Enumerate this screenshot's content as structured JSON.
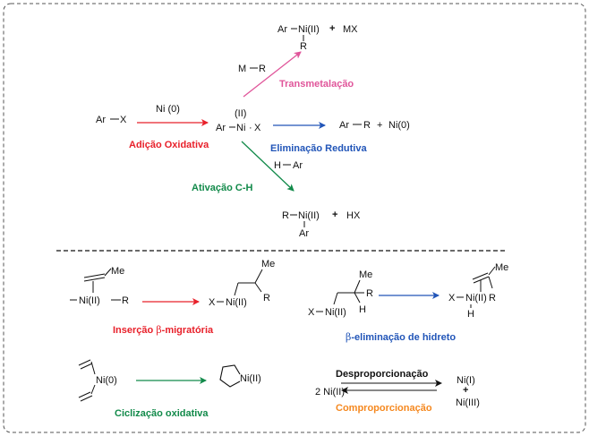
{
  "colors": {
    "red": "#e8202a",
    "blue": "#2155b8",
    "green": "#128a4a",
    "pink": "#e0559a",
    "orange": "#f5881f",
    "black": "#111111",
    "border": "#555555"
  },
  "top": {
    "aryl_halide": {
      "ar": "Ar",
      "x": "X"
    },
    "oxidative_addition": {
      "reagent": "Ni (0)",
      "label": "Adição  Oxidativa"
    },
    "ni_complex": {
      "ox_state": "(II)",
      "ar": "Ar",
      "ni": "Ni",
      "dot": "·",
      "x": "X"
    },
    "transmetalation": {
      "reagent_m": "M",
      "reagent_r": "R",
      "label": "Transmetalação",
      "product_ar": "Ar",
      "product_ni": "Ni(II)",
      "product_r": "R",
      "plus": "+",
      "byproduct": "MX"
    },
    "reductive_elimination": {
      "label": "Eliminação  Redutiva",
      "product_ar": "Ar",
      "product_r": "R",
      "plus": "+",
      "product_ni": "Ni(0)"
    },
    "ch_activation": {
      "reagent_h": "H",
      "reagent_ar": "Ar",
      "label": "Ativação  C-H",
      "product_r": "R",
      "product_ni": "Ni(II)",
      "product_ar": "Ar",
      "plus": "+",
      "byproduct": "HX"
    }
  },
  "bottom": {
    "migratory_insertion": {
      "me": "Me",
      "ni_complex": "Ni(II)",
      "r": "R",
      "product_x": "X",
      "product_ni": "Ni(II)",
      "product_me": "Me",
      "product_r": "R",
      "label_prefix": "Inserção ",
      "beta": "β",
      "label_suffix": "-migratória"
    },
    "beta_hydride": {
      "me": "Me",
      "r": "R",
      "h": "H",
      "x": "X",
      "ni": "Ni(II)",
      "product_x": "X",
      "product_ni": "Ni(II)",
      "product_h": "H",
      "product_r": "R",
      "product_me": "Me",
      "beta": "β",
      "label": "-eliminação de hidreto"
    },
    "cyclization": {
      "ni0": "Ni(0)",
      "product_ni": "Ni(II)",
      "label": "Ciclização  oxidativa"
    },
    "disproportionation": {
      "label_top": "Desproporcionação",
      "label_bottom": "Comproporcionação",
      "left": "2 Ni(II)",
      "right_top": "Ni(I)",
      "plus": "+",
      "right_bottom": "Ni(III)"
    }
  }
}
